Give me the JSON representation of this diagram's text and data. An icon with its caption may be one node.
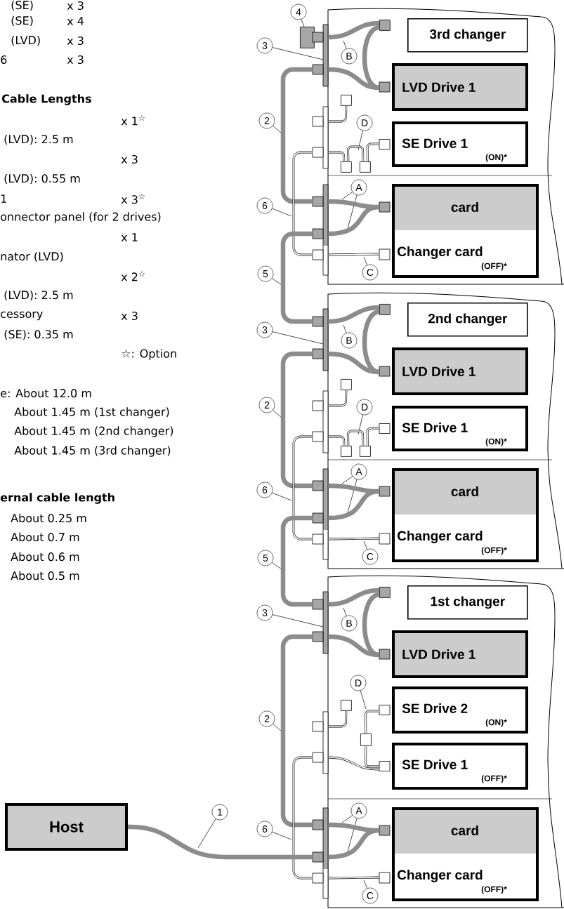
{
  "diagram": {
    "nodes": [
      {
        "text": [
          "4"
        ]
      },
      {
        "text": [],
        "shape": "box"
      },
      {
        "text": [
          "3"
        ]
      },
      {
        "text": [],
        "shape": "bar"
      },
      {
        "text": [
          "B"
        ]
      },
      {
        "text": [],
        "shape": "box"
      },
      {
        "text": [
          "3rd changer"
        ]
      },
      {
        "text": [
          "LVD Drive 1"
        ]
      },
      {
        "text": [
          "2"
        ]
      },
      {
        "text": [],
        "shape": "box"
      },
      {
        "text": [],
        "shape": "bar"
      },
      {
        "text": [
          "D"
        ]
      },
      {
        "text": [],
        "shape": "box"
      },
      {
        "text": [],
        "shape": "box"
      },
      {
        "text": [
          "SE Drive 1",
          "(ON)*"
        ]
      },
      {
        "text": [
          "A"
        ]
      },
      {
        "text": [
          "6"
        ]
      },
      {
        "text": [],
        "shape": "bar"
      },
      {
        "text": [
          "card",
          "Changer card",
          "(OFF)*"
        ]
      },
      {
        "text": [
          "C"
        ]
      },
      {
        "text": [
          "5"
        ]
      },
      {
        "text": [
          "3"
        ]
      },
      {
        "text": [],
        "shape": "bar"
      },
      {
        "text": [
          "B"
        ]
      },
      {
        "text": [],
        "shape": "box"
      },
      {
        "text": [
          "2nd changer"
        ]
      },
      {
        "text": [
          "LVD Drive 1"
        ]
      },
      {
        "text": [
          "2"
        ]
      },
      {
        "text": [],
        "shape": "box"
      },
      {
        "text": [],
        "shape": "bar"
      },
      {
        "text": [
          "D"
        ]
      },
      {
        "text": [],
        "shape": "box"
      },
      {
        "text": [],
        "shape": "box"
      },
      {
        "text": [
          "SE Drive 1",
          "(ON)*"
        ]
      },
      {
        "text": [
          "A"
        ]
      },
      {
        "text": [
          "6"
        ]
      },
      {
        "text": [],
        "shape": "bar"
      },
      {
        "text": [
          "card",
          "Changer card",
          "(OFF)*"
        ]
      },
      {
        "text": [
          "C"
        ]
      },
      {
        "text": [
          "5"
        ]
      },
      {
        "text": [
          "3"
        ]
      },
      {
        "text": [],
        "shape": "bar"
      },
      {
        "text": [
          "B"
        ]
      },
      {
        "text": [],
        "shape": "box"
      },
      {
        "text": [
          "1st changer"
        ]
      },
      {
        "text": [
          "LVD Drive 1"
        ]
      },
      {
        "text": [
          "D"
        ]
      },
      {
        "text": [],
        "shape": "box"
      },
      {
        "text": [
          "2"
        ]
      },
      {
        "text": [],
        "shape": "bar"
      },
      {
        "text": [
          "SE Drive 2",
          "(ON)*"
        ]
      },
      {
        "text": [],
        "shape": "box"
      },
      {
        "text": [
          "SE Drive 1",
          "(OFF)*"
        ]
      },
      {
        "text": [
          "A"
        ]
      },
      {
        "text": [
          "6"
        ]
      },
      {
        "text": [],
        "shape": "bar"
      },
      {
        "text": [
          "card",
          "Changer card",
          "(OFF)*"
        ]
      },
      {
        "text": [
          "C"
        ]
      },
      {
        "text": [
          "Host"
        ]
      },
      {
        "text": [
          "1"
        ]
      }
    ],
    "edges": [
      {
        "from": 0,
        "to": 1,
        "arrow": "none"
      },
      {
        "from": 2,
        "to": 3,
        "arrow": "none"
      },
      {
        "from": 4,
        "to": null,
        "arrow": "none"
      },
      {
        "from": 3,
        "to": 5,
        "arrow": "none",
        "style": "thick",
        "color": "#8c8c8c"
      },
      {
        "from": 5,
        "to": 7,
        "arrow": "none",
        "style": "thick",
        "color": "#8c8c8c"
      },
      {
        "from": 3,
        "to": 7,
        "arrow": "none",
        "style": "thick",
        "color": "#8c8c8c"
      },
      {
        "from": 8,
        "to": null,
        "arrow": "none"
      },
      {
        "from": 3,
        "to": 17,
        "arrow": "none",
        "style": "thick",
        "color": "#8c8c8c"
      },
      {
        "from": 10,
        "to": 9,
        "arrow": "none"
      },
      {
        "from": 11,
        "to": null,
        "arrow": "none"
      },
      {
        "from": 10,
        "to": 12,
        "arrow": "none"
      },
      {
        "from": 12,
        "to": 13,
        "arrow": "none"
      },
      {
        "from": 13,
        "to": 14,
        "arrow": "none"
      },
      {
        "from": 15,
        "to": null,
        "arrow": "none"
      },
      {
        "from": 15,
        "to": null,
        "arrow": "none"
      },
      {
        "from": 16,
        "to": null,
        "arrow": "none"
      },
      {
        "from": 10,
        "to": 17,
        "arrow": "none"
      },
      {
        "from": 17,
        "to": 18,
        "arrow": "none",
        "style": "thick",
        "color": "#8c8c8c"
      },
      {
        "from": 17,
        "to": 18,
        "arrow": "none",
        "style": "thick",
        "color": "#8c8c8c"
      },
      {
        "from": 19,
        "to": null,
        "arrow": "none"
      },
      {
        "from": 17,
        "to": 18,
        "arrow": "none"
      },
      {
        "from": 20,
        "to": null,
        "arrow": "none"
      },
      {
        "from": 17,
        "to": 22,
        "arrow": "none",
        "style": "thick",
        "color": "#8c8c8c"
      },
      {
        "from": 21,
        "to": 22,
        "arrow": "none"
      },
      {
        "from": 23,
        "to": null,
        "arrow": "none"
      },
      {
        "from": 22,
        "to": 24,
        "arrow": "none",
        "style": "thick",
        "color": "#8c8c8c"
      },
      {
        "from": 24,
        "to": 26,
        "arrow": "none",
        "style": "thick",
        "color": "#8c8c8c"
      },
      {
        "from": 22,
        "to": 26,
        "arrow": "none",
        "style": "thick",
        "color": "#8c8c8c"
      },
      {
        "from": 27,
        "to": null,
        "arrow": "none"
      },
      {
        "from": 22,
        "to": 36,
        "arrow": "none",
        "style": "thick",
        "color": "#8c8c8c"
      },
      {
        "from": 29,
        "to": 28,
        "arrow": "none"
      },
      {
        "from": 30,
        "to": null,
        "arrow": "none"
      },
      {
        "from": 29,
        "to": 31,
        "arrow": "none"
      },
      {
        "from": 31,
        "to": 32,
        "arrow": "none"
      },
      {
        "from": 32,
        "to": 33,
        "arrow": "none"
      },
      {
        "from": 34,
        "to": null,
        "arrow": "none"
      },
      {
        "from": 34,
        "to": null,
        "arrow": "none"
      },
      {
        "from": 35,
        "to": null,
        "arrow": "none"
      },
      {
        "from": 29,
        "to": 36,
        "arrow": "none"
      },
      {
        "from": 36,
        "to": 37,
        "arrow": "none",
        "style": "thick",
        "color": "#8c8c8c"
      },
      {
        "from": 36,
        "to": 37,
        "arrow": "none",
        "style": "thick",
        "color": "#8c8c8c"
      },
      {
        "from": 38,
        "to": null,
        "arrow": "none"
      },
      {
        "from": 36,
        "to": 37,
        "arrow": "none"
      },
      {
        "from": 39,
        "to": null,
        "arrow": "none"
      },
      {
        "from": 36,
        "to": 41,
        "arrow": "none",
        "style": "thick",
        "color": "#8c8c8c"
      },
      {
        "from": 40,
        "to": 41,
        "arrow": "none"
      },
      {
        "from": 42,
        "to": null,
        "arrow": "none"
      },
      {
        "from": 41,
        "to": 43,
        "arrow": "none",
        "style": "thick",
        "color": "#8c8c8c"
      },
      {
        "from": 43,
        "to": 45,
        "arrow": "none",
        "style": "thick",
        "color": "#8c8c8c"
      },
      {
        "from": 41,
        "to": 45,
        "arrow": "none",
        "style": "thick",
        "color": "#8c8c8c"
      },
      {
        "from": 46,
        "to": null,
        "arrow": "none"
      },
      {
        "from": 48,
        "to": null,
        "arrow": "none"
      },
      {
        "from": 41,
        "to": 55,
        "arrow": "none",
        "style": "thick",
        "color": "#8c8c8c"
      },
      {
        "from": 49,
        "to": 47,
        "arrow": "none"
      },
      {
        "from": 50,
        "to": 51,
        "arrow": "none"
      },
      {
        "from": 51,
        "to": 52,
        "arrow": "none"
      },
      {
        "from": 49,
        "to": 52,
        "arrow": "none"
      },
      {
        "from": 53,
        "to": null,
        "arrow": "none"
      },
      {
        "from": 53,
        "to": null,
        "arrow": "none"
      },
      {
        "from": 54,
        "to": null,
        "arrow": "none"
      },
      {
        "from": 49,
        "to": 55,
        "arrow": "none"
      },
      {
        "from": 55,
        "to": 56,
        "arrow": "none",
        "style": "thick",
        "color": "#8c8c8c"
      },
      {
        "from": 55,
        "to": 56,
        "arrow": "none",
        "style": "thick",
        "color": "#8c8c8c"
      },
      {
        "from": 57,
        "to": null,
        "arrow": "none"
      },
      {
        "from": 55,
        "to": 56,
        "arrow": "none"
      },
      {
        "from": 58,
        "to": 55,
        "arrow": "none",
        "style": "thick",
        "color": "#8c8c8c"
      },
      {
        "from": 59,
        "to": null,
        "arrow": "none"
      }
    ],
    "labels": [
      "(SE)",
      "x 3",
      "(SE)",
      "x 4",
      "(LVD)",
      "x 3",
      "6",
      "x 3",
      "Cable Lengths",
      "x 1$^{☆}$",
      "(LVD): 2.5 m",
      "x 3",
      "(LVD): 0.55 m",
      "1",
      "x 3$^{☆}$",
      "onnector panel (for 2 drives)",
      "x 1",
      "nator (LVD)",
      "x 2$^{☆}$",
      "(LVD): 2.5 m",
      "cessory",
      "x 3",
      "(SE): 0.35 m",
      "☆: Option",
      "e: About 12.0 m",
      "About 1.45 m (1st changer)",
      "About 1.45 m (2nd changer)",
      "About 1.45 m (3rd changer)",
      "ernal cable length",
      "About 0.25 m",
      "About 0.7 m",
      "About 0.6 m",
      "About 0.5 m"
    ]
  }
}
